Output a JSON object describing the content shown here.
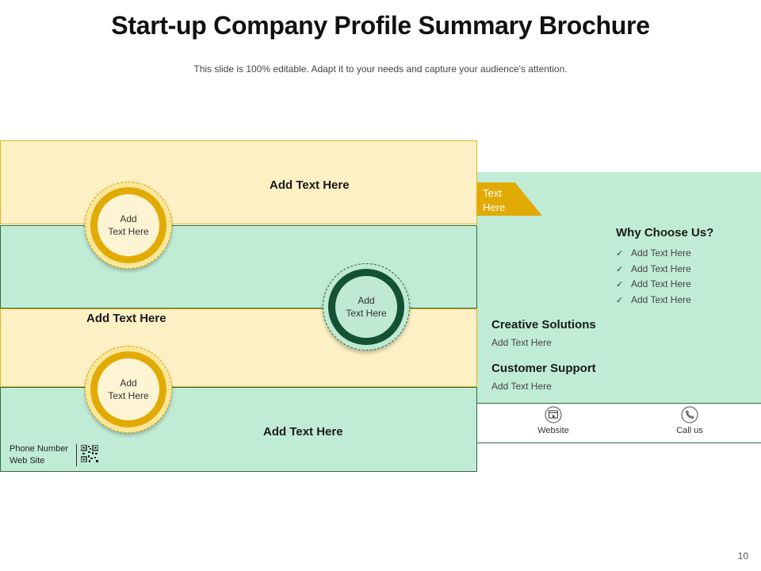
{
  "slide": {
    "title": "Start-up Company Profile Summary Brochure",
    "subtitle": "This slide is 100% editable. Adapt it to your needs and capture your audience's attention.",
    "page_number": "10"
  },
  "bands": [
    {
      "text": "Add Text Here"
    },
    {
      "text": "Add Text Here"
    },
    {
      "text": "Add Text Here"
    }
  ],
  "circles": [
    {
      "label_line1": "Add",
      "label_line2": "Text Here"
    },
    {
      "label_line1": "Add",
      "label_line2": "Text Here"
    },
    {
      "label_line1": "Add",
      "label_line2": "Text Here"
    }
  ],
  "contact": {
    "phone_label": "Phone Number",
    "web_label": "Web Site",
    "qr_icon": "qr-code-icon"
  },
  "tag": {
    "line1": "Text",
    "line2": "Here"
  },
  "why": {
    "heading": "Why Choose Us?",
    "items": [
      "Add Text Here",
      "Add Text Here",
      "Add Text Here",
      "Add Text Here"
    ],
    "check_icon": "checkmark-icon"
  },
  "creative": {
    "heading": "Creative Solutions",
    "text": "Add Text Here"
  },
  "support": {
    "heading": "Customer Support",
    "text": "Add Text Here"
  },
  "footer": {
    "website_label": "Website",
    "website_icon": "browser-window-icon",
    "call_label": "Call us",
    "call_icon": "phone-icon"
  },
  "colors": {
    "yellow_band": "#fdf0c4",
    "green_band": "#c0ecd6",
    "gold_accent": "#e2aa05",
    "dark_green": "#135232"
  }
}
